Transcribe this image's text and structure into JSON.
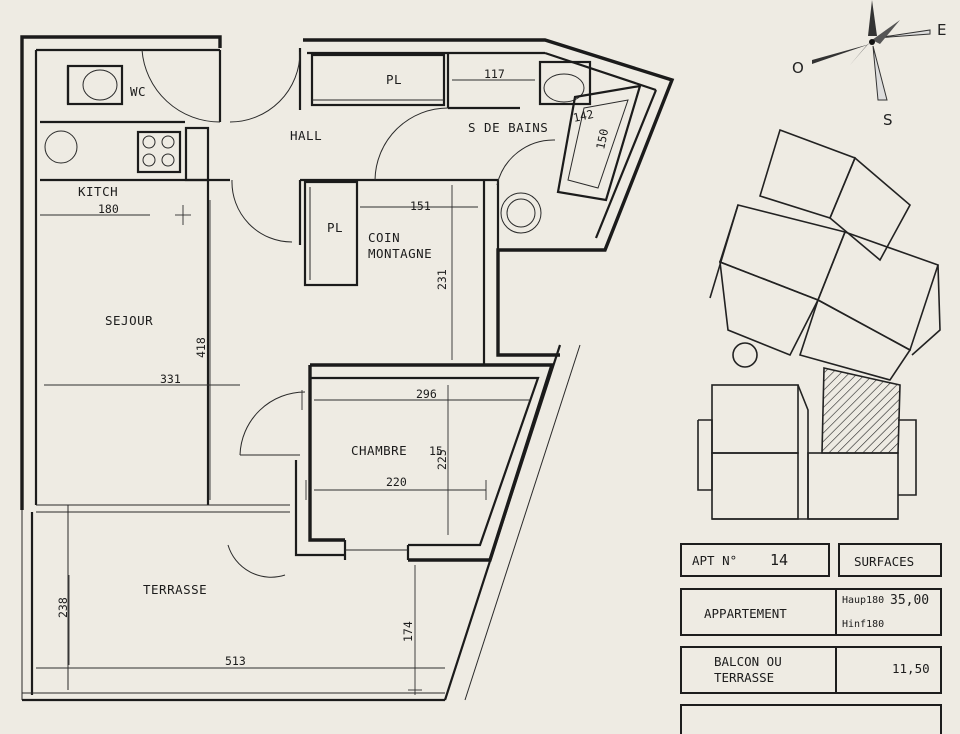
{
  "rooms": {
    "wc": "WC",
    "hall": "HALL",
    "placard": "PL",
    "bath": "S DE BAINS",
    "kitchen": "KITCH",
    "corner_line1": "COIN",
    "corner_line2": "MONTAGNE",
    "living": "SEJOUR",
    "bedroom": "CHAMBRE",
    "terrace": "TERRASSE"
  },
  "dimensions": {
    "hall_117": "117",
    "bath_142": "142",
    "bath_150": "150",
    "kitchen_180": "180",
    "corner_151": "151",
    "corner_231": "231",
    "living_418": "418",
    "living_331": "331",
    "bedroom_296": "296",
    "bedroom_15": "15",
    "bedroom_225": "225",
    "bedroom_220": "220",
    "terrace_238": "238",
    "terrace_174": "174",
    "terrace_513": "513"
  },
  "compass": {
    "east": "E",
    "west": "O",
    "south": "S"
  },
  "table": {
    "apt_label": "APT N°",
    "apt_number": "14",
    "surfaces_header": "SURFACES",
    "appartement_label": "APPARTEMENT",
    "haup_label": "Haup180",
    "haup_value": "35,00",
    "hinf_label": "Hinf180",
    "balcon_line1": "BALCON OU",
    "balcon_line2": "TERRASSE",
    "balcon_value": "11,50"
  }
}
